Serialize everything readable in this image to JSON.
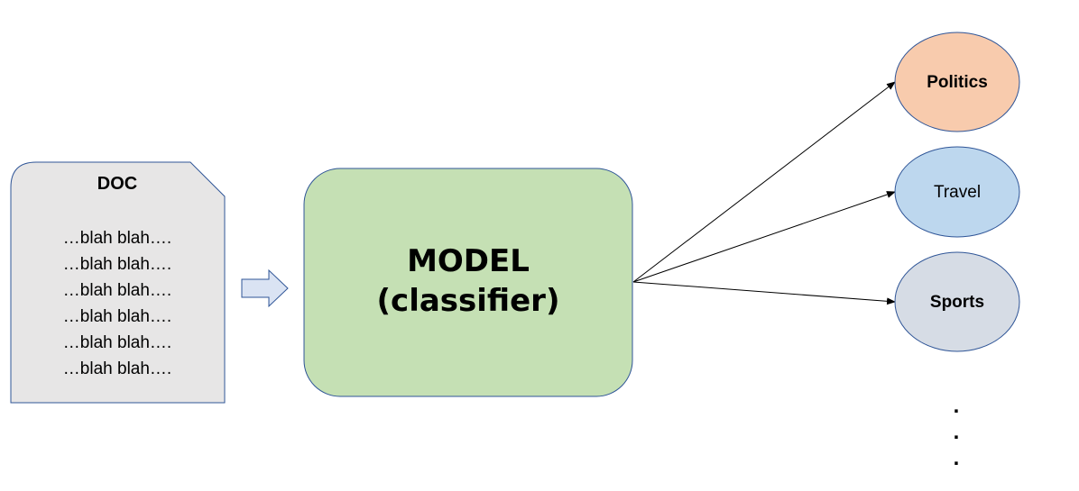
{
  "document": {
    "title": "DOC",
    "lines": [
      "…blah blah….",
      "…blah blah….",
      "…blah blah….",
      "…blah blah….",
      "…blah blah….",
      "…blah blah…."
    ]
  },
  "model": {
    "line1": "MODEL",
    "line2": "(classifier)"
  },
  "categories": {
    "politics": "Politics",
    "travel": "Travel",
    "sports": "Sports",
    "ellipsis": [
      ".",
      ".",
      "."
    ]
  },
  "colors": {
    "doc_fill": "#e7e6e6",
    "model_fill": "#c5e0b4",
    "politics_fill": "#f8cbad",
    "travel_fill": "#bdd7ee",
    "sports_fill": "#d6dce5",
    "outline": "#2f5597",
    "arrow_fill": "#dae3f3"
  }
}
